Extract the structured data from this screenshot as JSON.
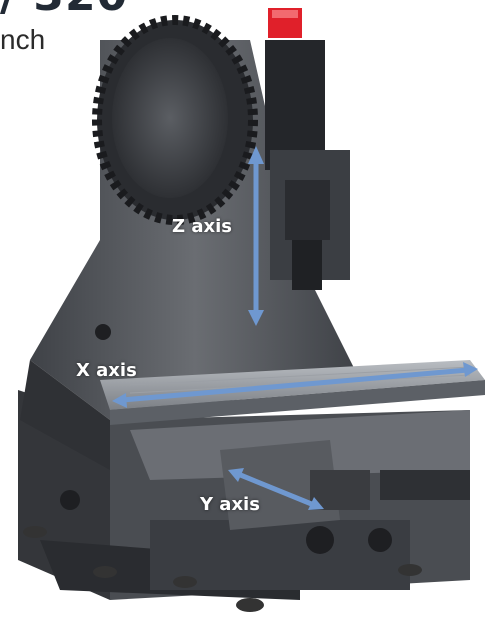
{
  "header": {
    "title_fragment": "/ 320",
    "subtitle_fragment": "nch"
  },
  "axes": {
    "z_label": "Z axis",
    "x_label": "X axis",
    "y_label": "Y axis",
    "arrow_color": "#6f98d0"
  },
  "colors": {
    "machine_body": "#5e6166",
    "machine_dark": "#2e3034",
    "warning_light": "#e0202a",
    "background": "#ffffff"
  }
}
